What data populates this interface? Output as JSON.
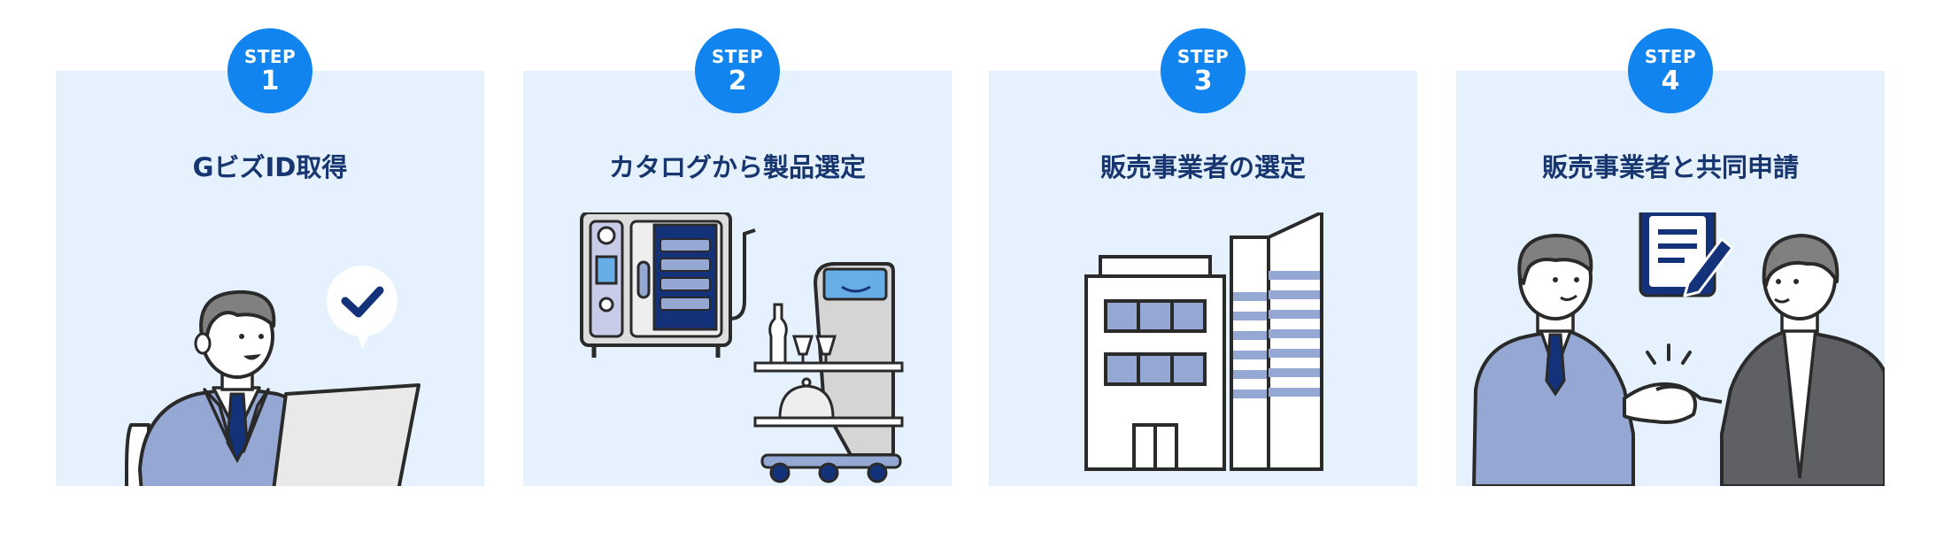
{
  "steps": [
    {
      "label": "STEP",
      "number": "1",
      "title": "GビズID取得",
      "icon": "person-laptop-icon"
    },
    {
      "label": "STEP",
      "number": "2",
      "title": "カタログから製品選定",
      "icon": "kitchen-equipment-icon"
    },
    {
      "label": "STEP",
      "number": "3",
      "title": "販売事業者の選定",
      "icon": "buildings-icon"
    },
    {
      "label": "STEP",
      "number": "4",
      "title": "販売事業者と共同申請",
      "icon": "handshake-icon"
    }
  ],
  "colors": {
    "panel_bg": "#e5f1fd",
    "badge": "#1184f0",
    "title": "#17366f",
    "outline": "#2a2a2a",
    "suit_blue": "#94a8d3",
    "suit_dark": "#5f6064",
    "navy": "#14327a"
  }
}
